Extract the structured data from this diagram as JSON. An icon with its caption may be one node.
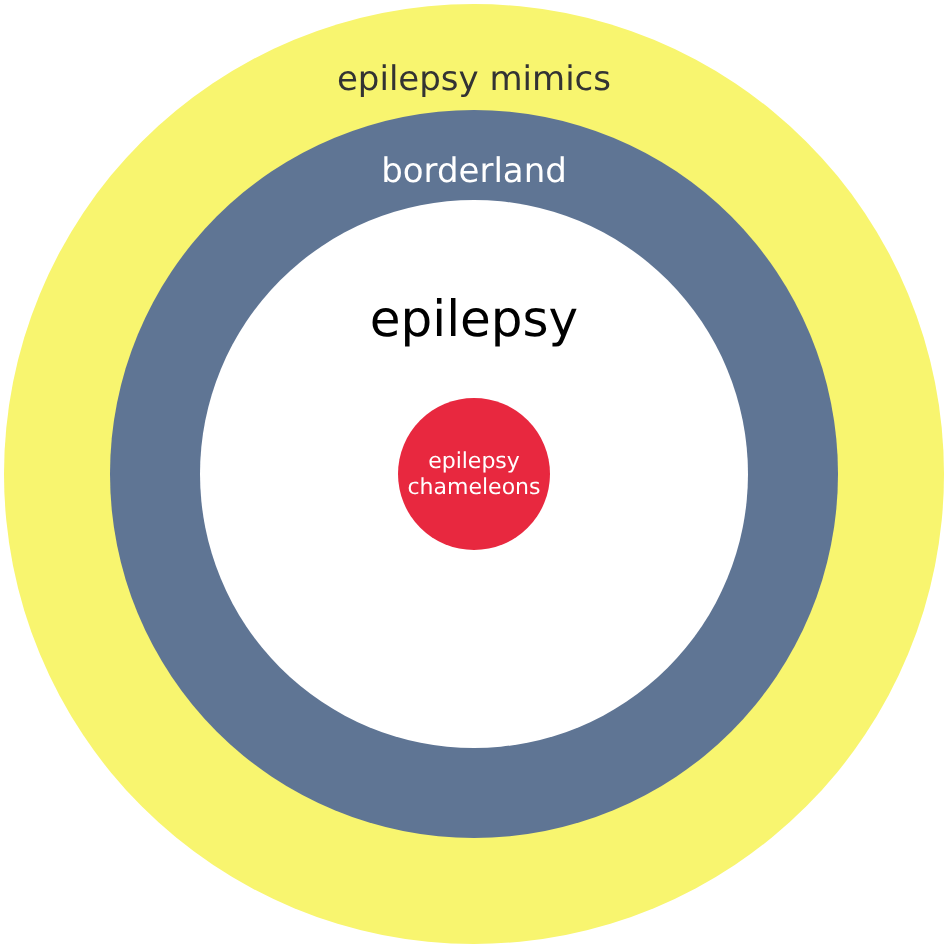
{
  "diagram": {
    "nodes": [
      {
        "text": [
          "epilepsy mimics"
        ]
      },
      {
        "text": [
          "borderland"
        ],
        "in": 0
      },
      {
        "text": [
          "epilepsy"
        ],
        "in": 1
      },
      {
        "text": [
          "epilepsy chameleons"
        ],
        "in": 2
      }
    ]
  }
}
